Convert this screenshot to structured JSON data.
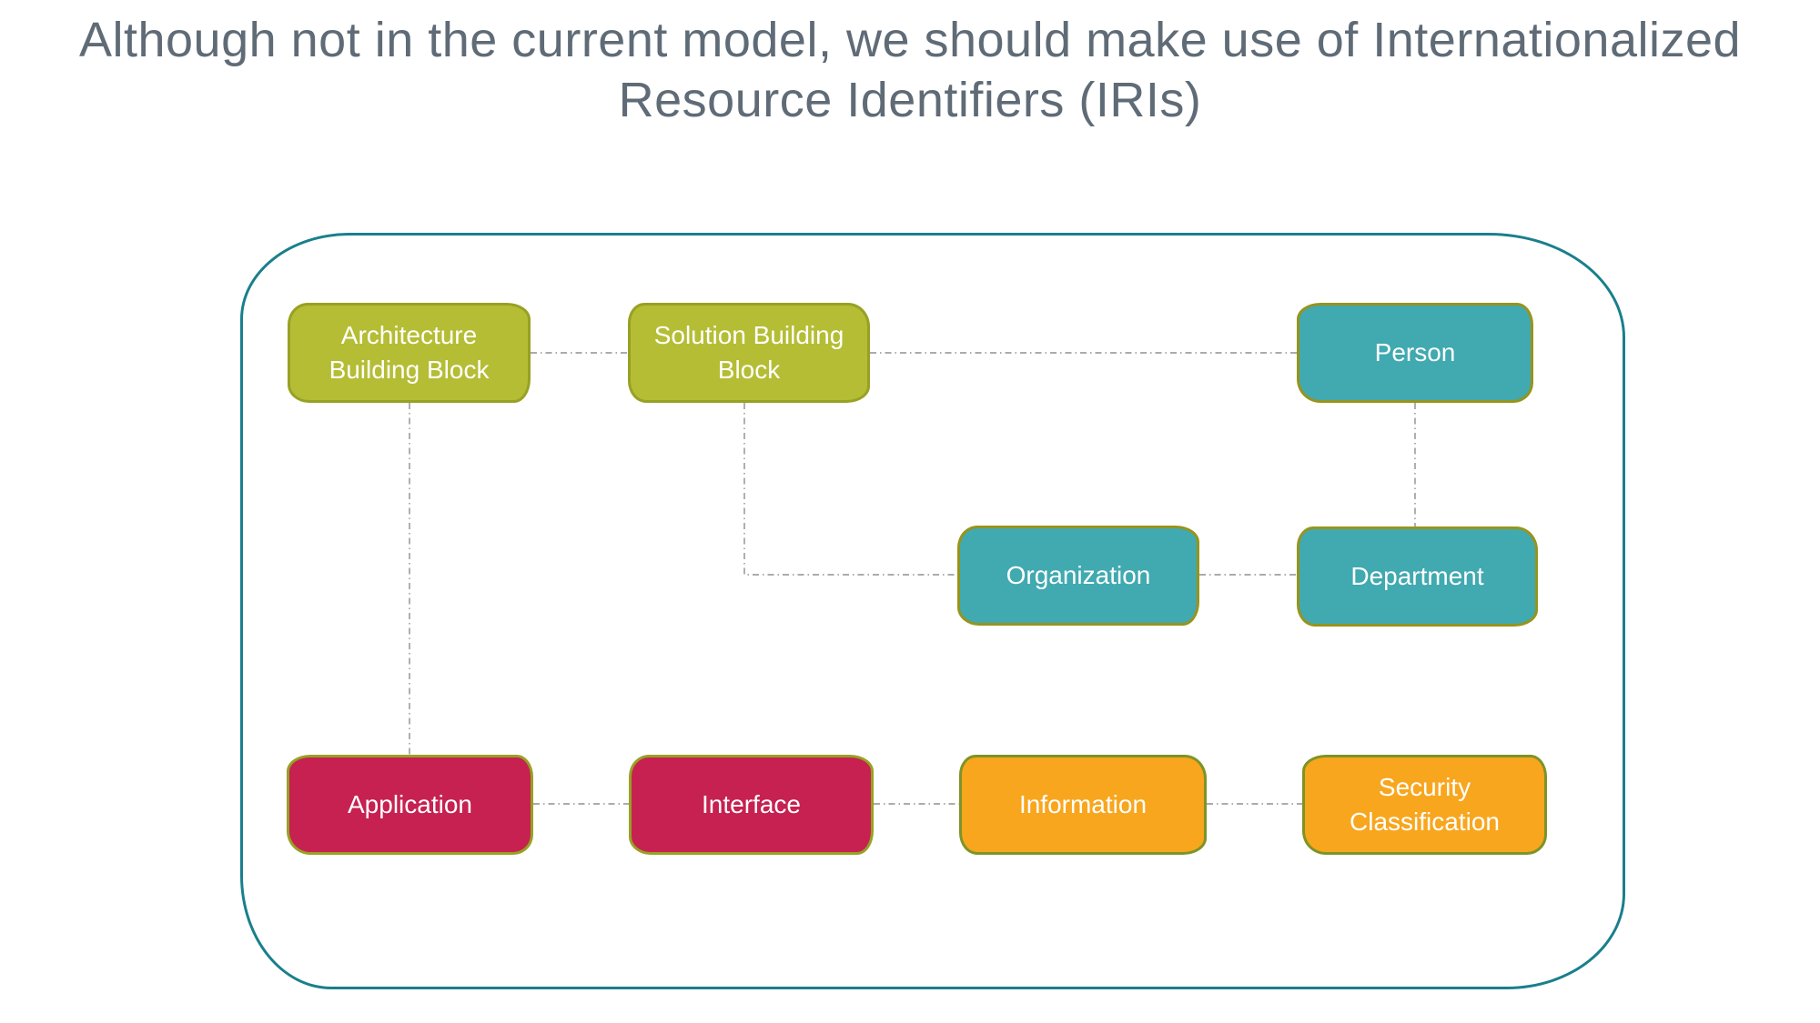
{
  "title": {
    "text": "Although not in the current model, we should make use of Internationalized Resource Identifiers (IRIs)",
    "color": "#5f6b76"
  },
  "diagram": {
    "outline_border_color": "#197f8c",
    "connector_color": "#8f8f8f",
    "connector_style": "dash-dot",
    "colors": {
      "olive_fill": "#b5bd35",
      "olive_border": "#98a124",
      "teal_fill": "#41a9b0",
      "teal_border": "#97941c",
      "crimson_fill": "#c62150",
      "orange_fill": "#f8a61e",
      "orange_border": "#7d9426",
      "label_text": "#ffffff"
    },
    "nodes": [
      {
        "id": "architecture-building-block",
        "label": "Architecture Building Block",
        "color_group": "olive"
      },
      {
        "id": "solution-building-block",
        "label": "Solution Building Block",
        "color_group": "olive"
      },
      {
        "id": "person",
        "label": "Person",
        "color_group": "teal"
      },
      {
        "id": "organization",
        "label": "Organization",
        "color_group": "teal"
      },
      {
        "id": "department",
        "label": "Department",
        "color_group": "teal"
      },
      {
        "id": "application",
        "label": "Application",
        "color_group": "crimson"
      },
      {
        "id": "interface",
        "label": "Interface",
        "color_group": "crimson"
      },
      {
        "id": "information",
        "label": "Information",
        "color_group": "orange"
      },
      {
        "id": "security-classification",
        "label": "Security Classification",
        "color_group": "orange"
      }
    ],
    "edges": [
      {
        "from": "architecture-building-block",
        "to": "solution-building-block"
      },
      {
        "from": "solution-building-block",
        "to": "person"
      },
      {
        "from": "person",
        "to": "department"
      },
      {
        "from": "solution-building-block",
        "to": "organization"
      },
      {
        "from": "organization",
        "to": "department"
      },
      {
        "from": "architecture-building-block",
        "to": "application"
      },
      {
        "from": "application",
        "to": "interface"
      },
      {
        "from": "interface",
        "to": "information"
      },
      {
        "from": "information",
        "to": "security-classification"
      }
    ]
  }
}
